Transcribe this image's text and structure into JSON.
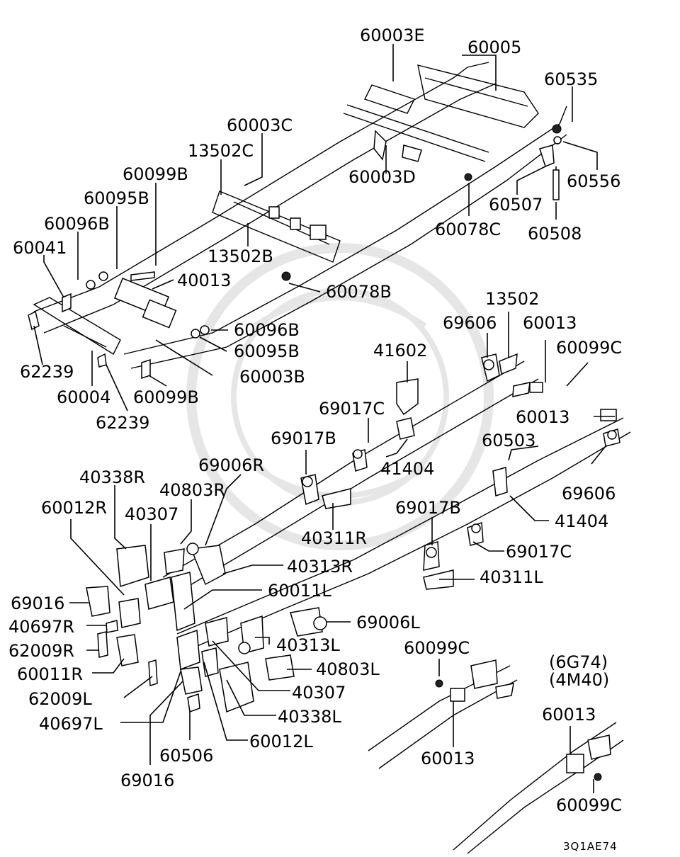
{
  "figure_code": "3Q1AE74",
  "engine_note": [
    "(6G74)",
    "(4M40)"
  ],
  "part_labels": [
    {
      "id": "p1",
      "text": "60003E"
    },
    {
      "id": "p2",
      "text": "60005"
    },
    {
      "id": "p3",
      "text": "60535"
    },
    {
      "id": "p4",
      "text": "60003C"
    },
    {
      "id": "p5",
      "text": "60556"
    },
    {
      "id": "p6",
      "text": "13502C"
    },
    {
      "id": "p7",
      "text": "60003D"
    },
    {
      "id": "p8",
      "text": "60099B"
    },
    {
      "id": "p9",
      "text": "60507"
    },
    {
      "id": "p10",
      "text": "60095B"
    },
    {
      "id": "p11",
      "text": "60078C"
    },
    {
      "id": "p12",
      "text": "60508"
    },
    {
      "id": "p13",
      "text": "60096B"
    },
    {
      "id": "p14",
      "text": "13502B"
    },
    {
      "id": "p15",
      "text": "60041"
    },
    {
      "id": "p16",
      "text": "40013"
    },
    {
      "id": "p17",
      "text": "60078B"
    },
    {
      "id": "p18",
      "text": "13502"
    },
    {
      "id": "p19",
      "text": "69606"
    },
    {
      "id": "p20",
      "text": "60013"
    },
    {
      "id": "p21",
      "text": "60096B"
    },
    {
      "id": "p22",
      "text": "41602"
    },
    {
      "id": "p23",
      "text": "60099C"
    },
    {
      "id": "p24",
      "text": "60095B"
    },
    {
      "id": "p25",
      "text": "62239"
    },
    {
      "id": "p26",
      "text": "60003B"
    },
    {
      "id": "p27",
      "text": "60004"
    },
    {
      "id": "p28",
      "text": "60099B"
    },
    {
      "id": "p29",
      "text": "69017C"
    },
    {
      "id": "p30",
      "text": "60013"
    },
    {
      "id": "p31",
      "text": "62239"
    },
    {
      "id": "p32",
      "text": "69017B"
    },
    {
      "id": "p33",
      "text": "60503"
    },
    {
      "id": "p34",
      "text": "69006R"
    },
    {
      "id": "p35",
      "text": "41404"
    },
    {
      "id": "p36",
      "text": "40338R"
    },
    {
      "id": "p37",
      "text": "69606"
    },
    {
      "id": "p38",
      "text": "40803R"
    },
    {
      "id": "p39",
      "text": "60012R"
    },
    {
      "id": "p40",
      "text": "40307"
    },
    {
      "id": "p41",
      "text": "41404"
    },
    {
      "id": "p42",
      "text": "69017B"
    },
    {
      "id": "p43",
      "text": "40311R"
    },
    {
      "id": "p44",
      "text": "69017C"
    },
    {
      "id": "p45",
      "text": "40313R"
    },
    {
      "id": "p46",
      "text": "40311L"
    },
    {
      "id": "p47",
      "text": "60011L"
    },
    {
      "id": "p48",
      "text": "69016"
    },
    {
      "id": "p49",
      "text": "69006L"
    },
    {
      "id": "p50",
      "text": "40697R"
    },
    {
      "id": "p51",
      "text": "40313L"
    },
    {
      "id": "p52",
      "text": "62009R"
    },
    {
      "id": "p53",
      "text": "60099C"
    },
    {
      "id": "p54",
      "text": "60011R"
    },
    {
      "id": "p55",
      "text": "40803L"
    },
    {
      "id": "p56",
      "text": "62009L"
    },
    {
      "id": "p57",
      "text": "40307"
    },
    {
      "id": "p58",
      "text": "40697L"
    },
    {
      "id": "p59",
      "text": "40338L"
    },
    {
      "id": "p60",
      "text": "60013"
    },
    {
      "id": "p61",
      "text": "60012L"
    },
    {
      "id": "p62",
      "text": "60506"
    },
    {
      "id": "p63",
      "text": "60013"
    },
    {
      "id": "p64",
      "text": "69016"
    },
    {
      "id": "p65",
      "text": "60099C"
    }
  ]
}
